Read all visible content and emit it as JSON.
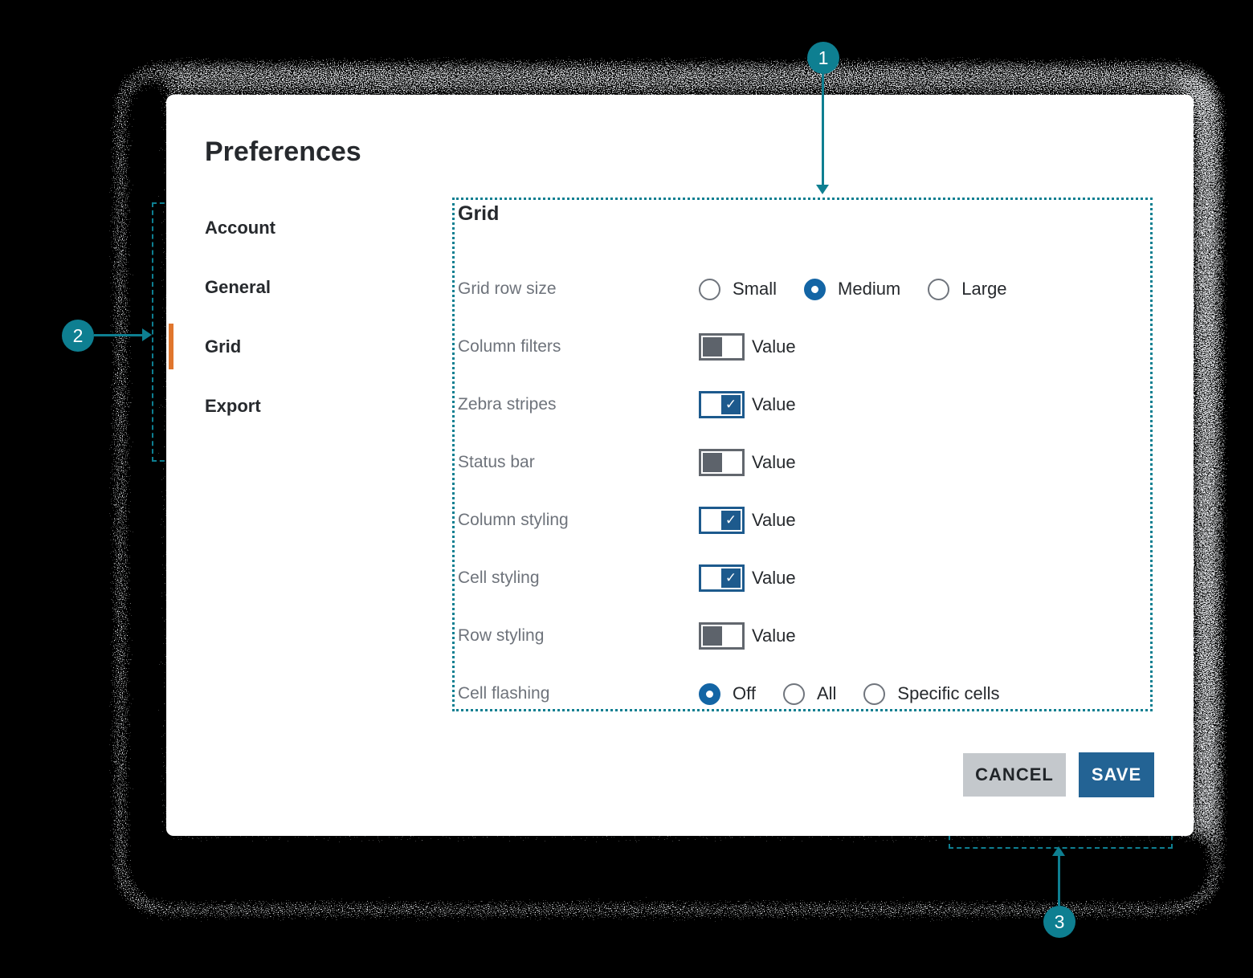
{
  "page": {
    "title": "Preferences"
  },
  "sidebar": {
    "items": [
      {
        "label": "Account",
        "active": false
      },
      {
        "label": "General",
        "active": false
      },
      {
        "label": "Grid",
        "active": true
      },
      {
        "label": "Export",
        "active": false
      }
    ]
  },
  "panel": {
    "heading": "Grid",
    "rows": [
      {
        "label": "Grid row size",
        "type": "radio-group",
        "options": [
          {
            "label": "Small",
            "selected": false
          },
          {
            "label": "Medium",
            "selected": true
          },
          {
            "label": "Large",
            "selected": false
          }
        ]
      },
      {
        "label": "Column filters",
        "type": "toggle",
        "checked": false,
        "value_label": "Value"
      },
      {
        "label": "Zebra stripes",
        "type": "toggle",
        "checked": true,
        "value_label": "Value"
      },
      {
        "label": "Status bar",
        "type": "toggle",
        "checked": false,
        "value_label": "Value"
      },
      {
        "label": "Column styling",
        "type": "toggle",
        "checked": true,
        "value_label": "Value"
      },
      {
        "label": "Cell styling",
        "type": "toggle",
        "checked": true,
        "value_label": "Value"
      },
      {
        "label": "Row styling",
        "type": "toggle",
        "checked": false,
        "value_label": "Value"
      },
      {
        "label": "Cell flashing",
        "type": "radio-group",
        "options": [
          {
            "label": "Off",
            "selected": true
          },
          {
            "label": "All",
            "selected": false
          },
          {
            "label": "Specific cells",
            "selected": false
          }
        ]
      }
    ]
  },
  "footer": {
    "cancel_label": "CANCEL",
    "save_label": "SAVE"
  },
  "annotations": [
    {
      "label": "1"
    },
    {
      "label": "2"
    },
    {
      "label": "3"
    }
  ],
  "colors": {
    "teal": "#0e7f91",
    "orange": "#e0762e",
    "toggle_on_blue": "#1d5a8d",
    "radio_blue": "#1365a5",
    "save_bg": "#236394",
    "cancel_bg": "#c4c8cc",
    "label_gray": "#6e737b",
    "text_dark": "#26292d"
  }
}
